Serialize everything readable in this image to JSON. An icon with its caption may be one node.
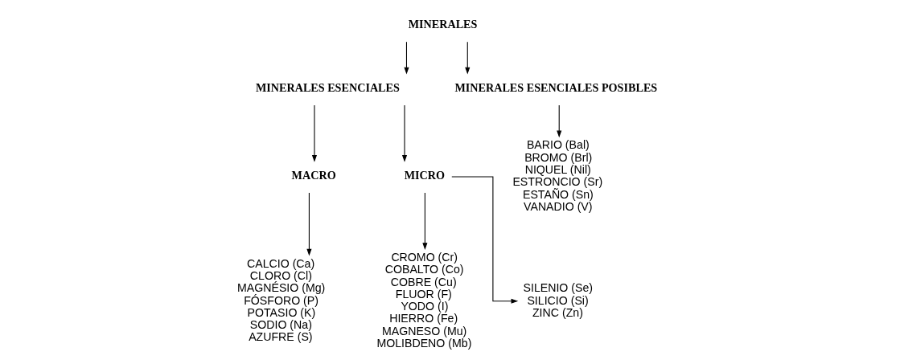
{
  "diagram": {
    "nodes": [
      {
        "text": [
          "MINERALES"
        ]
      },
      {
        "text": [
          "MINERALES ESENCIALES"
        ]
      },
      {
        "text": [
          "MINERALES ESENCIALES POSIBLES"
        ]
      },
      {
        "text": [
          "MACRO"
        ]
      },
      {
        "text": [
          "MICRO"
        ]
      },
      {
        "text": [
          "CALCIO (Ca)",
          "CLORO (Cl)",
          "MAGNÉSIO (Mg)",
          "FÓSFORO (P)",
          "POTASIO (K)",
          "SODIO (Na)",
          "AZUFRE (S)"
        ]
      },
      {
        "text": [
          "CROMO (Cr)",
          "COBALTO (Co)",
          "COBRE (Cu)",
          "FLUOR (F)",
          "YODO (I)",
          "HIERRO (Fe)",
          "MAGNESO (Mu)",
          "MOLIBDENO (Mb)"
        ]
      },
      {
        "text": [
          "SILENIO (Se)",
          "SILICIO (Si)",
          "ZINC (Zn)"
        ]
      },
      {
        "text": [
          "BARIO (Bal)",
          "BROMO (Brl)",
          "NIQUEL (Nil)",
          "ESTRONCIO (Sr)",
          "ESTAÑO (Sn)",
          "VANADIO (V)"
        ]
      }
    ],
    "edges": [
      {
        "from": 0,
        "to": 1,
        "arrow": "to"
      },
      {
        "from": 0,
        "to": 2,
        "arrow": "to"
      },
      {
        "from": 1,
        "to": 3,
        "arrow": "to"
      },
      {
        "from": 1,
        "to": 4,
        "arrow": "to"
      },
      {
        "from": 3,
        "to": 5,
        "arrow": "to"
      },
      {
        "from": 4,
        "to": 6,
        "arrow": "to"
      },
      {
        "from": 4,
        "to": 7,
        "arrow": "to"
      },
      {
        "from": 2,
        "to": 8,
        "arrow": "to"
      }
    ]
  }
}
